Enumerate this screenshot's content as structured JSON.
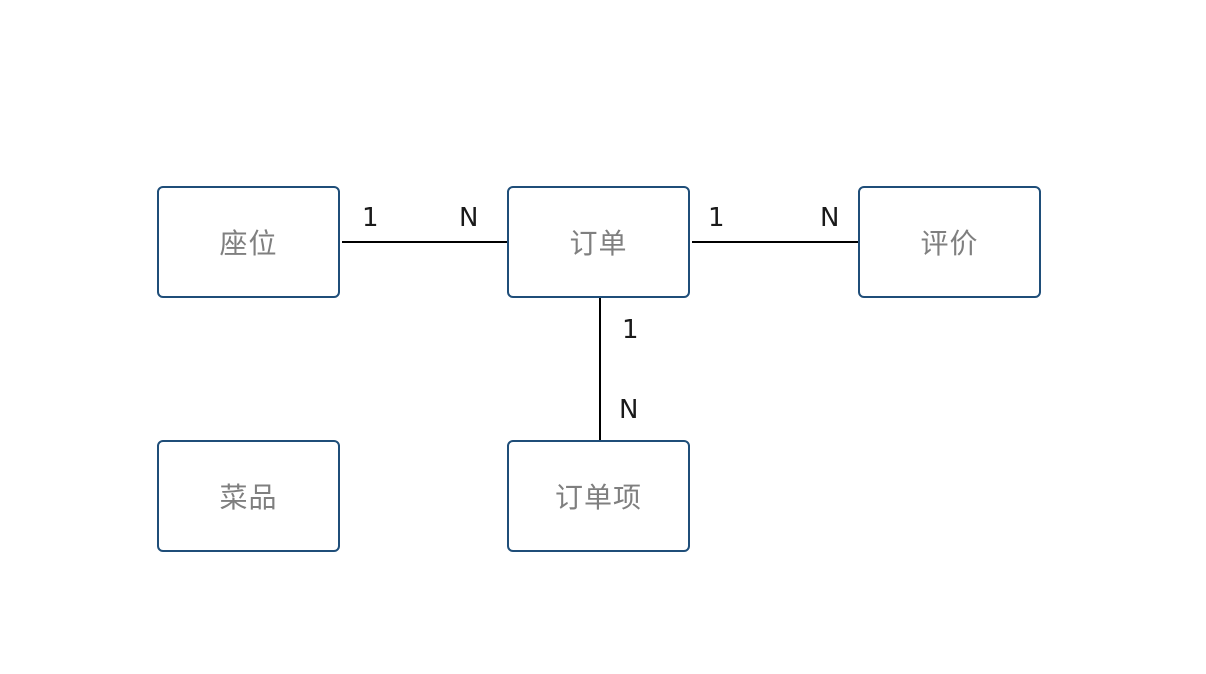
{
  "diagram": {
    "entities": {
      "seat": "座位",
      "order": "订单",
      "review": "评价",
      "dish": "菜品",
      "order_item": "订单项"
    },
    "relationships": [
      {
        "from": "座位",
        "to": "订单",
        "from_card": "1",
        "to_card": "N"
      },
      {
        "from": "订单",
        "to": "评价",
        "from_card": "1",
        "to_card": "N"
      },
      {
        "from": "订单",
        "to": "订单项",
        "from_card": "1",
        "to_card": "N"
      }
    ]
  },
  "colors": {
    "entity_border": "#1f4e79",
    "entity_text": "#7f7f7f",
    "line": "#000000"
  }
}
